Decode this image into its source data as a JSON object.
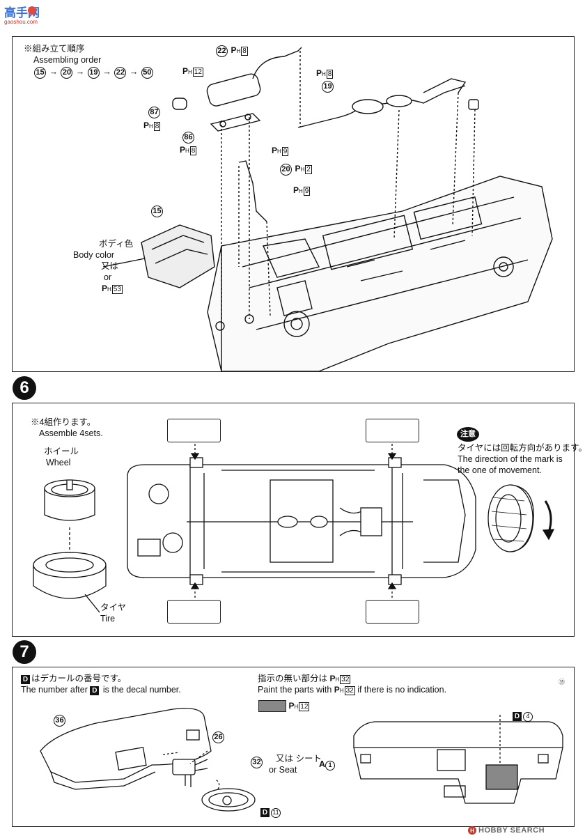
{
  "watermark_top": {
    "logo_text": "高手网",
    "url": "gaoshou.com"
  },
  "step5": {
    "assembling_order_jp": "※組み立て順序",
    "assembling_order_en": "Assembling order",
    "order": [
      "15",
      "20",
      "19",
      "22",
      "50"
    ],
    "parts": [
      {
        "num": "22",
        "paint": "8"
      },
      {
        "num": "19",
        "paint": "8"
      },
      {
        "num": "87",
        "paint": "8"
      },
      {
        "num": "86",
        "paint": "8"
      },
      {
        "num": "20",
        "paint": "2"
      },
      {
        "num": "15"
      }
    ],
    "callouts": {
      "muffler_pipe": "12",
      "hanger_top": "9",
      "hanger_bottom": "9"
    },
    "body_color_jp": "ボディ色",
    "body_color_en": "Body color",
    "or_jp": "又は",
    "or_en": "or",
    "alt_paint": "53",
    "ph_label": "P",
    "ph_sub": "H"
  },
  "step6": {
    "badge": "6",
    "assemble_jp": "※4組作ります。",
    "assemble_en": "Assemble 4sets.",
    "wheel_jp": "ホイール",
    "wheel_en": "Wheel",
    "tire_jp": "タイヤ",
    "tire_en": "Tire",
    "caution_badge": "注意",
    "caution_jp": "タイヤには回転方向があります。",
    "caution_en_1": "The direction of the mark is",
    "caution_en_2": "the one of movement."
  },
  "step7": {
    "badge": "7",
    "decal_note_jp": "はデカールの番号です。",
    "decal_note_en_1": "The number after",
    "decal_note_en_2": "is the decal number.",
    "decal_letter": "D",
    "paint_note_jp": "指示の無い部分は",
    "paint_note_en_1": "Paint the parts with",
    "paint_note_en_2": "if there is no indication.",
    "default_paint": "32",
    "chip_paint": "12",
    "parts": [
      {
        "num": "36"
      },
      {
        "num": "26"
      },
      {
        "num": "32"
      }
    ],
    "seat_or_jp": "又は",
    "seat_jp": "シート",
    "seat_or_en": "or",
    "seat_en": "Seat",
    "seat_code": "A",
    "seat_decal": "1",
    "wheel_decal": "11",
    "dash_decal": "4",
    "corner_mark": "㉟"
  },
  "footer": {
    "logo_text": "HOBBY SEARCH",
    "logo_mark": "H"
  },
  "colors": {
    "ink": "#111111",
    "chip_gray": "#888888",
    "paper": "#ffffff"
  }
}
